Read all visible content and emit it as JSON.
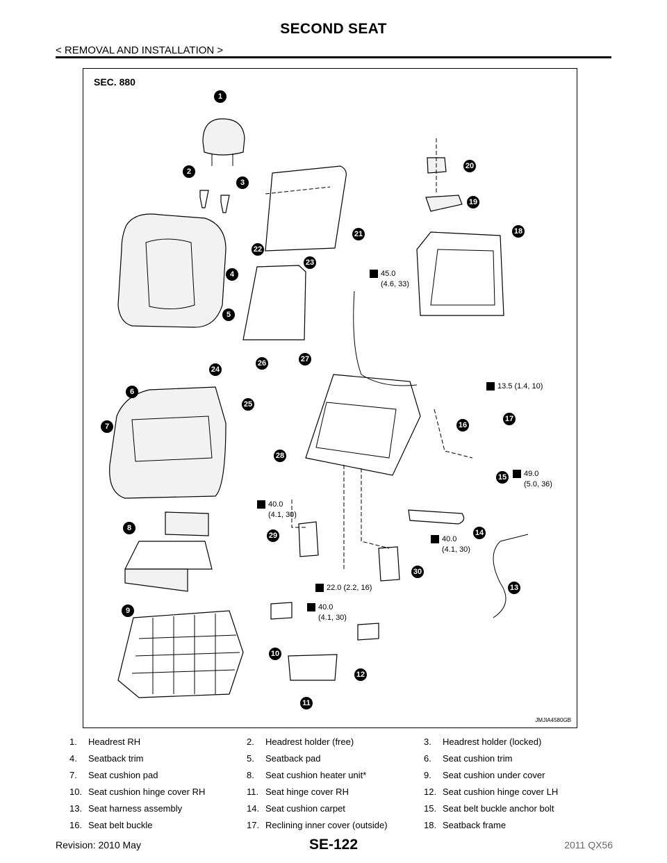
{
  "header": {
    "title": "SECOND SEAT",
    "breadcrumb": "< REMOVAL AND INSTALLATION >"
  },
  "figure": {
    "section": "SEC. 880",
    "code": "JMJIA4580GB",
    "callouts": [
      "1",
      "2",
      "3",
      "4",
      "5",
      "6",
      "7",
      "8",
      "9",
      "10",
      "11",
      "12",
      "13",
      "14",
      "15",
      "16",
      "17",
      "18",
      "19",
      "20",
      "21",
      "22",
      "23",
      "24",
      "25",
      "26",
      "27",
      "28",
      "29",
      "30"
    ],
    "torques": [
      {
        "line1": "45.0",
        "line2": "(4.6, 33)"
      },
      {
        "line1": "13.5 (1.4, 10)",
        "line2": ""
      },
      {
        "line1": "49.0",
        "line2": "(5.0, 36)"
      },
      {
        "line1": "40.0",
        "line2": "(4.1, 30)"
      },
      {
        "line1": "40.0",
        "line2": "(4.1, 30)"
      },
      {
        "line1": "22.0 (2.2, 16)",
        "line2": ""
      },
      {
        "line1": "40.0",
        "line2": "(4.1, 30)"
      }
    ]
  },
  "legend": [
    [
      {
        "num": "1.",
        "label": "Headrest RH"
      },
      {
        "num": "2.",
        "label": "Headrest holder (free)"
      },
      {
        "num": "3.",
        "label": "Headrest holder (locked)"
      }
    ],
    [
      {
        "num": "4.",
        "label": "Seatback trim"
      },
      {
        "num": "5.",
        "label": "Seatback pad"
      },
      {
        "num": "6.",
        "label": "Seat cushion trim"
      }
    ],
    [
      {
        "num": "7.",
        "label": "Seat cushion pad"
      },
      {
        "num": "8.",
        "label": "Seat cushion heater unit*"
      },
      {
        "num": "9.",
        "label": "Seat cushion under cover"
      }
    ],
    [
      {
        "num": "10.",
        "label": "Seat cushion hinge cover RH"
      },
      {
        "num": "11.",
        "label": "Seat hinge cover RH"
      },
      {
        "num": "12.",
        "label": "Seat cushion hinge cover LH"
      }
    ],
    [
      {
        "num": "13.",
        "label": "Seat harness assembly"
      },
      {
        "num": "14.",
        "label": "Seat cushion carpet"
      },
      {
        "num": "15.",
        "label": "Seat belt buckle anchor bolt"
      }
    ],
    [
      {
        "num": "16.",
        "label": "Seat belt buckle"
      },
      {
        "num": "17.",
        "label": "Reclining inner cover (outside)"
      },
      {
        "num": "18.",
        "label": "Seatback frame"
      }
    ]
  ],
  "footer": {
    "revision": "Revision: 2010 May",
    "page": "SE-122",
    "model": "2011 QX56"
  }
}
